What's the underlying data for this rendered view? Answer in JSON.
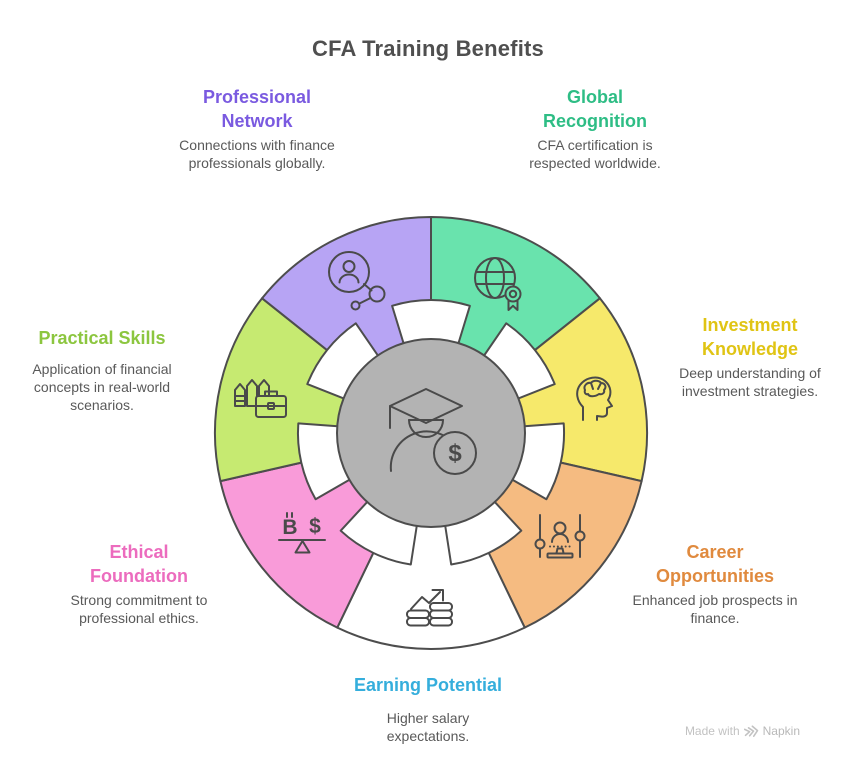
{
  "title": {
    "text": "CFA Training Benefits",
    "color": "#4f4f4f"
  },
  "center": {
    "dollar_sign": "$",
    "fill": "#b3b3b3"
  },
  "segments": [
    {
      "id": "global-recognition",
      "label": "Global Recognition",
      "description": "CFA certification is respected worldwide.",
      "heading_color": "#2ebd85",
      "wedge_color": "#69e3ad",
      "icon": "globe-award-icon"
    },
    {
      "id": "investment-knowledge",
      "label": "Investment Knowledge",
      "description": "Deep understanding of investment strategies.",
      "heading_color": "#e0c414",
      "wedge_color": "#f6e96b",
      "icon": "head-brain-icon"
    },
    {
      "id": "career-opportunities",
      "label": "Career Opportunities",
      "description": "Enhanced job prospects in finance.",
      "heading_color": "#e08a3e",
      "wedge_color": "#f5bb81",
      "icon": "career-path-icon"
    },
    {
      "id": "earning-potential",
      "label": "Earning Potential",
      "description": "Higher salary expectations.",
      "heading_color": "#35aedc",
      "wedge_color": "#ffffff",
      "icon": "coins-growth-icon"
    },
    {
      "id": "ethical-foundation",
      "label": "Ethical Foundation",
      "description": "Strong commitment to professional ethics.",
      "heading_color": "#ec6cbe",
      "wedge_color": "#f99bd9",
      "icon": "balance-icon",
      "balance_left": "B",
      "balance_right": "$"
    },
    {
      "id": "practical-skills",
      "label": "Practical Skills",
      "description": "Application of financial concepts in real-world scenarios.",
      "heading_color": "#8cc63f",
      "wedge_color": "#c6ea71",
      "icon": "buildings-briefcase-icon"
    },
    {
      "id": "professional-network",
      "label": "Professional Network",
      "description": "Connections with finance professionals globally.",
      "heading_color": "#7a5ae0",
      "wedge_color": "#b7a4f4",
      "icon": "network-icon"
    }
  ],
  "watermark": {
    "prefix": "Made with",
    "brand": "Napkin"
  }
}
